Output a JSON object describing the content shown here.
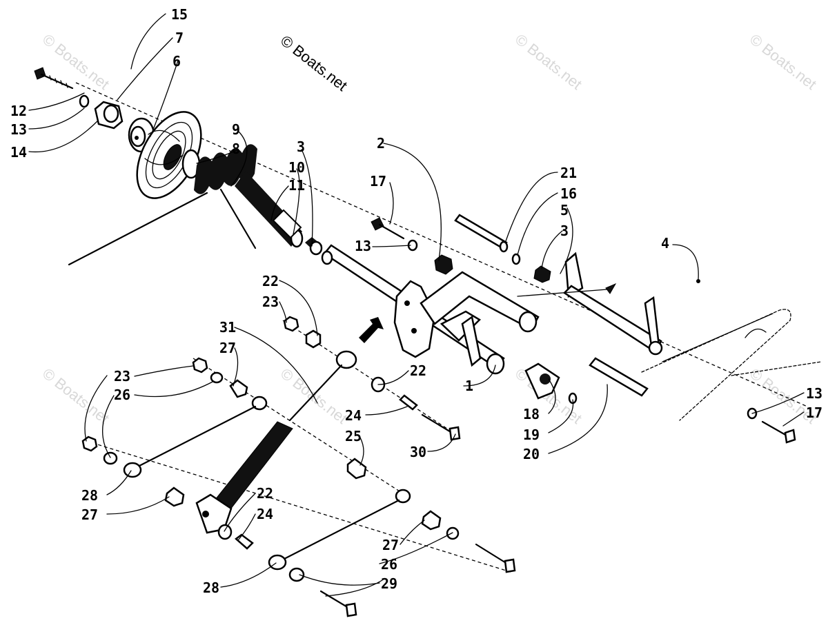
{
  "copyright": "© Boats.net",
  "watermark": "© Boats.net",
  "callouts": [
    "15",
    "7",
    "6",
    "12",
    "13",
    "14",
    "9",
    "8",
    "3",
    "10",
    "11",
    "2",
    "17",
    "13",
    "21",
    "16",
    "5",
    "3",
    "4",
    "22",
    "23",
    "31",
    "27",
    "23",
    "26",
    "22",
    "1",
    "24",
    "30",
    "25",
    "18",
    "19",
    "20",
    "13",
    "17",
    "28",
    "27",
    "22",
    "24",
    "27",
    "26",
    "28",
    "29"
  ]
}
